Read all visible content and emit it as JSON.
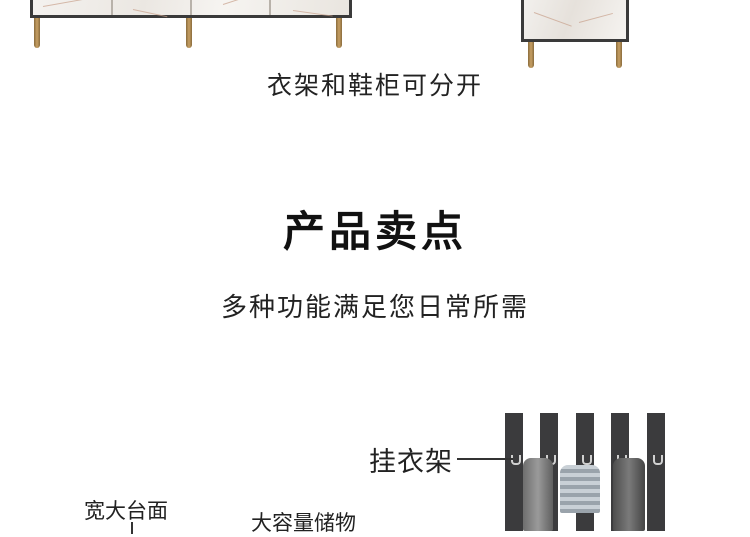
{
  "top_caption": "衣架和鞋柜可分开",
  "section_title": "产品卖点",
  "section_subtitle": "多种功能满足您日常所需",
  "labels": {
    "coat_rack": "挂衣架",
    "wide_top": "宽大台面",
    "large_storage": "大容量储物"
  },
  "colors": {
    "frame": "#3a3a3a",
    "marble": "#f2f0ed",
    "gold_leg": "#c7a064",
    "rack": "#3b3b3d"
  },
  "icons": [
    "shoe-cabinet-illustration",
    "coat-rack-illustration"
  ]
}
